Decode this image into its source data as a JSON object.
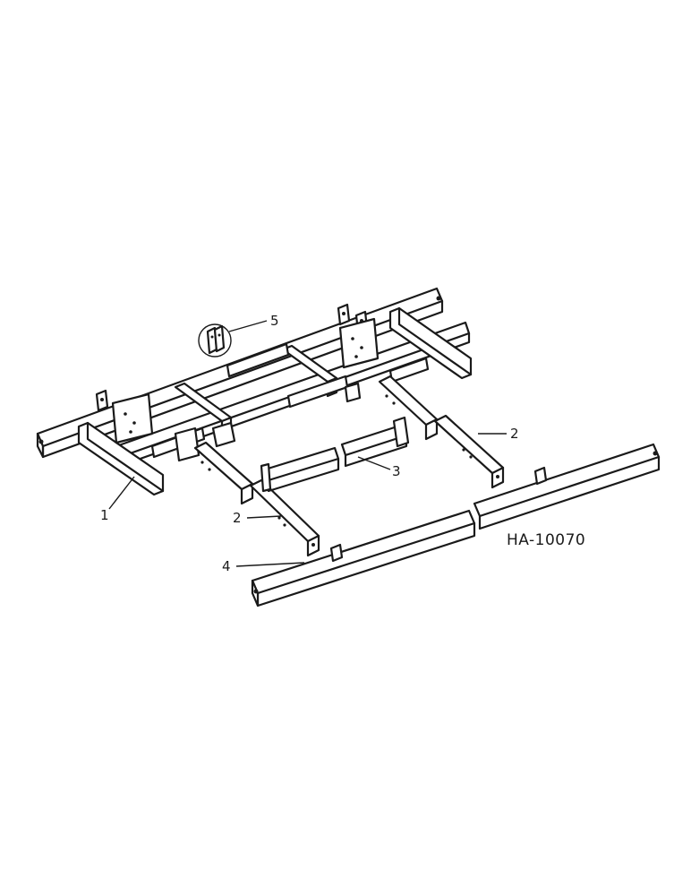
{
  "callouts": [
    {
      "id": "c1",
      "label": "1"
    },
    {
      "id": "c2a",
      "label": "2"
    },
    {
      "id": "c2b",
      "label": "2"
    },
    {
      "id": "c3",
      "label": "3"
    },
    {
      "id": "c4",
      "label": "4"
    },
    {
      "id": "c5",
      "label": "5"
    }
  ],
  "reference": "HA-10070"
}
